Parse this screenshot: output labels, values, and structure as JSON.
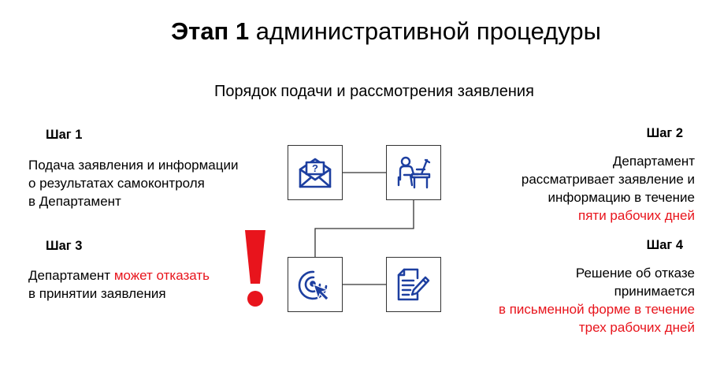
{
  "title": {
    "bold": "Этап 1",
    "rest": " административной процедуры"
  },
  "subtitle": "Порядок подачи и рассмотрения заявления",
  "steps": {
    "step1": {
      "heading": "Шаг 1",
      "lines": [
        "Подача заявления и информации",
        "о результатах самоконтроля",
        "в Департамент"
      ]
    },
    "step2": {
      "heading": "Шаг 2",
      "lines": [
        "Департамент",
        "рассматривает заявление и",
        "информацию в течение"
      ],
      "highlight": "пяти рабочих дней"
    },
    "step3": {
      "heading": "Шаг 3",
      "prefix": "Департамент ",
      "highlight": "может отказать",
      "suffix": "в принятии заявления"
    },
    "step4": {
      "heading": "Шаг 4",
      "lines": [
        "Решение об отказе",
        "принимается"
      ],
      "highlight_lines": [
        "в письменной форме в течение",
        "трех рабочих дней"
      ]
    }
  },
  "icons": [
    "envelope-question-icon",
    "person-at-desk-icon",
    "target-cursor-icon",
    "document-pen-icon",
    "exclamation-icon"
  ],
  "colors": {
    "accent_red": "#e8141c",
    "icon_blue": "#1d3fa0"
  }
}
